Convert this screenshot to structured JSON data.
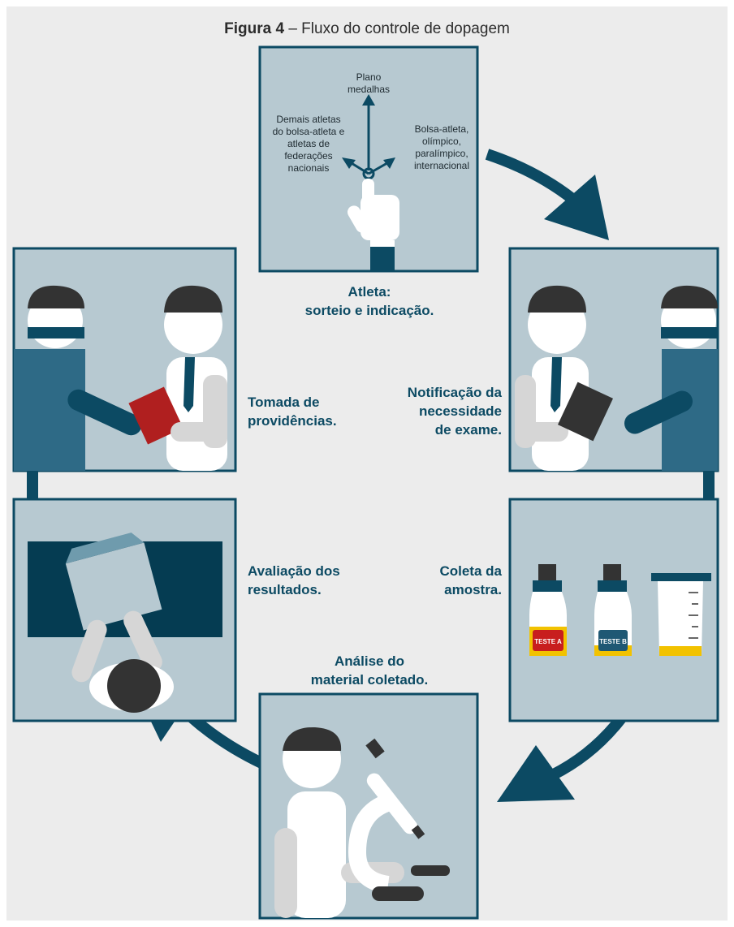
{
  "title": {
    "bold": "Figura 4",
    "rest": " – Fluxo do controle de dopagem"
  },
  "steps": {
    "sorteio": {
      "lines": [
        "Atleta:",
        "sorteio e indicação."
      ]
    },
    "notificacao": {
      "lines": [
        "Notificação da",
        "necessidade",
        "de exame."
      ]
    },
    "coleta": {
      "lines": [
        "Coleta da",
        "amostra."
      ]
    },
    "analise": {
      "lines": [
        "Análise do",
        "material coletado."
      ]
    },
    "avaliacao": {
      "lines": [
        "Avaliação dos",
        "resultados."
      ]
    },
    "providencias": {
      "lines": [
        "Tomada de",
        "providências."
      ]
    }
  },
  "choices": {
    "up": [
      "Plano",
      "medalhas"
    ],
    "left": [
      "Demais atletas",
      "do bolsa-atleta e",
      "atletas de",
      "federações",
      "nacionais"
    ],
    "right": [
      "Bolsa-atleta,",
      "olímpico,",
      "paralímpico,",
      "internacional"
    ]
  },
  "bottles": {
    "a": "TESTE A",
    "b": "TESTE B"
  },
  "colors": {
    "background": "#ececec",
    "panel": "#b7c9d1",
    "dark_blue": "#0c4a63",
    "mid_blue": "#2e6a86",
    "red": "#c81e1e",
    "yellow": "#f2c200"
  }
}
